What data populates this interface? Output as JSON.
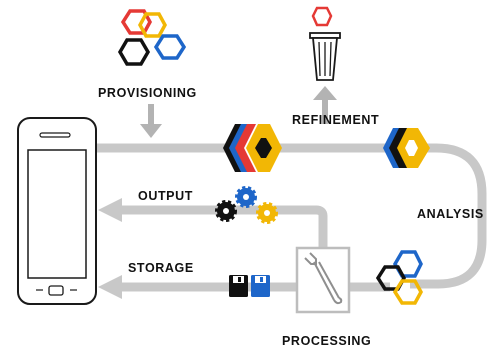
{
  "labels": {
    "provisioning": "PROVISIONING",
    "refinement": "REFINEMENT",
    "output": "OUTPUT",
    "analysis": "ANALYSIS",
    "storage": "STORAGE",
    "processing": "PROCESSING"
  },
  "colors": {
    "flow_gray": "#c8c8c8",
    "arrow_gray": "#b3b3b3",
    "red": "#e53935",
    "blue": "#1e66c9",
    "yellow": "#f2b705",
    "black": "#111111",
    "outline": "#1a1a1a"
  },
  "icons": [
    "hexagon-cluster-icon",
    "arrow-down-icon",
    "arrow-up-icon",
    "trash-bin-icon",
    "smartphone-icon",
    "gear-icon",
    "floppy-disk-icon",
    "wrench-icon",
    "hexagon-chevron-icon"
  ]
}
